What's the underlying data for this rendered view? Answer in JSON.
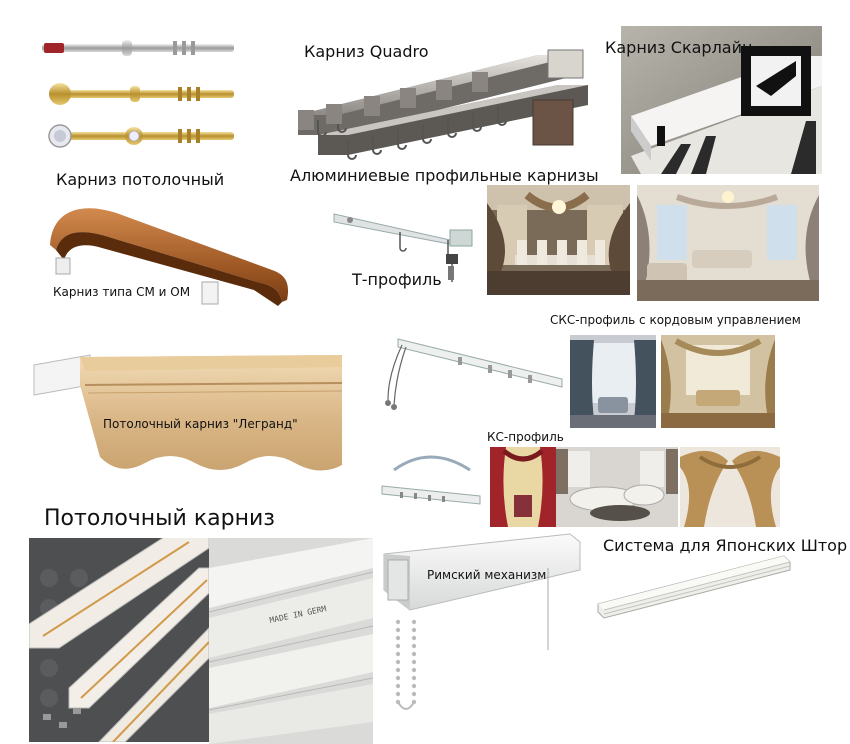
{
  "labels": {
    "quadro": "Карниз Quadro",
    "skarlain": "Карниз Скарлайн",
    "potolochny": "Карниз потолочный",
    "aluminum": "Алюминиевые профильные карнизы",
    "sm_om": "Карниз типа СМ и ОМ",
    "t_profile": "Т-профиль",
    "sks_profile": "СКС-профиль с кордовым управлением",
    "legrand": "Потолочный карниз \"Легранд\"",
    "ks_profile": "КС-профиль",
    "ceiling_heading": "Потолочный карниз",
    "roman": "Римский механизм",
    "japanese": "Система для Японских Штор"
  },
  "photo_text": {
    "made_in": "MADE IN GERM"
  }
}
